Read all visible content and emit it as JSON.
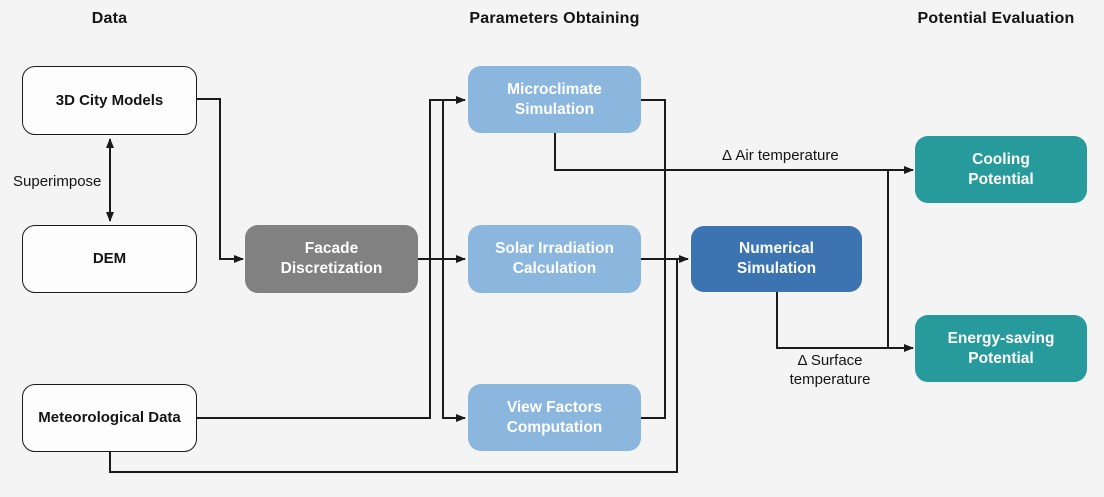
{
  "headers": {
    "data": "Data",
    "parameters": "Parameters Obtaining",
    "potential": "Potential Evaluation"
  },
  "nodes": {
    "city_models": {
      "label": "3D City Models",
      "color": "#fdfdfd"
    },
    "dem": {
      "label": "DEM",
      "color": "#fdfdfd"
    },
    "met_data": {
      "label": "Meteorological Data",
      "color": "#fdfdfd"
    },
    "facade": {
      "label": "Facade\nDiscretization",
      "color": "#818181"
    },
    "microclimate": {
      "label": "Microclimate\nSimulation",
      "color": "#8bb7df"
    },
    "solar": {
      "label": "Solar Irradiation\nCalculation",
      "color": "#8bb7df"
    },
    "view_factors": {
      "label": "View Factors\nComputation",
      "color": "#8bb7df"
    },
    "numerical": {
      "label": "Numerical\nSimulation",
      "color": "#3b74b1"
    },
    "cooling": {
      "label": "Cooling\nPotential",
      "color": "#279a9b"
    },
    "energy": {
      "label": "Energy-saving\nPotential",
      "color": "#279a9b"
    }
  },
  "edge_labels": {
    "superimpose": "Superimpose",
    "air_temp": "Δ Air temperature",
    "surface_temp": "Δ Surface\ntemperature"
  },
  "edges": [
    {
      "from": "3D City Models",
      "to": "DEM",
      "label": "Superimpose",
      "bidirectional": true
    },
    {
      "from": "3D City Models",
      "to": "Facade Discretization"
    },
    {
      "from": "Meteorological Data",
      "to": "Microclimate Simulation"
    },
    {
      "from": "Meteorological Data",
      "to": "Numerical Simulation"
    },
    {
      "from": "Facade Discretization",
      "to": "Microclimate Simulation"
    },
    {
      "from": "Facade Discretization",
      "to": "Solar Irradiation Calculation"
    },
    {
      "from": "Facade Discretization",
      "to": "View Factors Computation"
    },
    {
      "from": "Microclimate Simulation",
      "to": "Numerical Simulation"
    },
    {
      "from": "Solar Irradiation Calculation",
      "to": "Numerical Simulation"
    },
    {
      "from": "View Factors Computation",
      "to": "Numerical Simulation"
    },
    {
      "from": "Microclimate Simulation",
      "to": "Cooling Potential",
      "label": "Δ Air temperature"
    },
    {
      "from": "Numerical Simulation",
      "to": "Energy-saving Potential",
      "label": "Δ Surface temperature"
    }
  ],
  "colors": {
    "background": "#f4f4f5",
    "line": "#1a1a1a",
    "light_blue": "#8bb7df",
    "dark_blue": "#3b74b1",
    "teal": "#279a9b",
    "gray": "#818181",
    "white_box": "#fdfdfd"
  }
}
